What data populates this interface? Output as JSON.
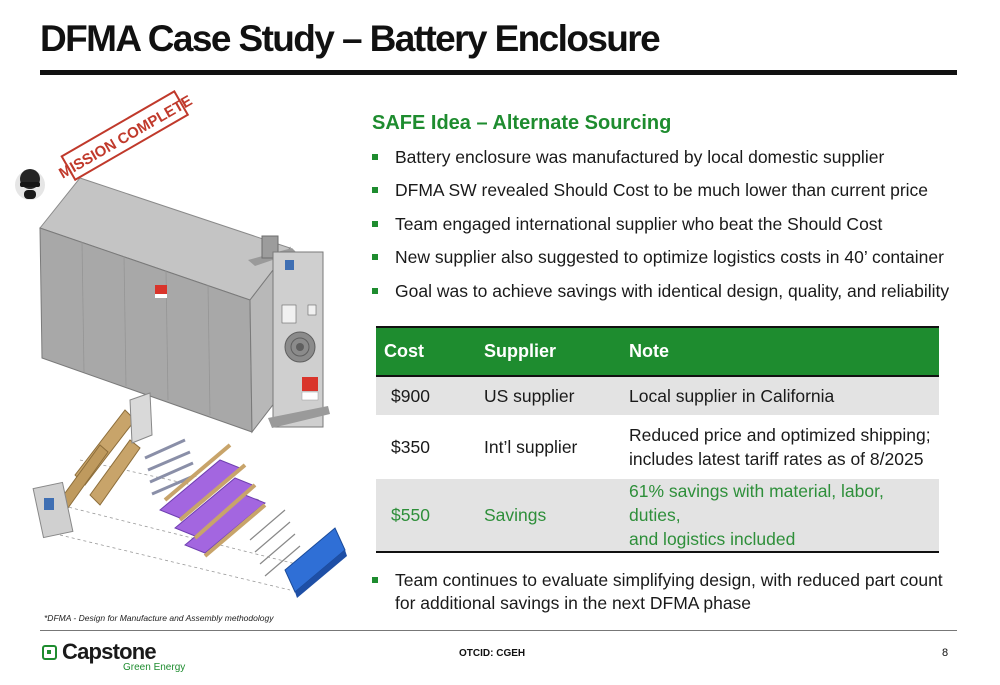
{
  "slide": {
    "title": "DFMA Case Study – Battery Enclosure",
    "stamp_text": "MISSION COMPLETE",
    "section_heading": "SAFE Idea – Alternate Sourcing",
    "bullets": [
      "Battery enclosure was manufactured by local domestic supplier",
      "DFMA SW revealed Should Cost to be much lower than current price",
      "Team engaged international supplier who beat the Should Cost",
      "New supplier also suggested to optimize logistics costs in 40’ container",
      "Goal was to achieve savings with identical design, quality, and reliability"
    ],
    "table": {
      "headers": [
        "Cost",
        "Supplier",
        "Note"
      ],
      "rows": [
        {
          "cost": "$900",
          "supplier": "US supplier",
          "note_line1": "Local supplier in California",
          "note_line2": ""
        },
        {
          "cost": "$350",
          "supplier": "Int’l supplier",
          "note_line1": "Reduced price and optimized shipping;",
          "note_line2": "includes latest tariff rates as of 8/2025"
        },
        {
          "cost": "$550",
          "supplier": "Savings",
          "note_line1": "61% savings with material, labor, duties,",
          "note_line2": "and logistics included"
        }
      ]
    },
    "bottom_bullet": "Team continues to evaluate simplifying design, with reduced part count for additional savings in the next DFMA phase",
    "footnote": "*DFMA - Design for Manufacture and Assembly methodology",
    "ticker": "OTCID: CGEH",
    "page_number": "8"
  },
  "logo": {
    "name": "Capstone",
    "tagline": "Green Energy"
  },
  "icons": {
    "bullet": "square-bullet-icon",
    "logo_mark": "capstone-logo-icon",
    "stamp": "mission-complete-stamp-icon"
  },
  "colors": {
    "accent_green": "#1e8c2f",
    "savings_green": "#2e8f3a",
    "row_gray": "#e3e3e3",
    "stamp_red": "#c0392b"
  }
}
